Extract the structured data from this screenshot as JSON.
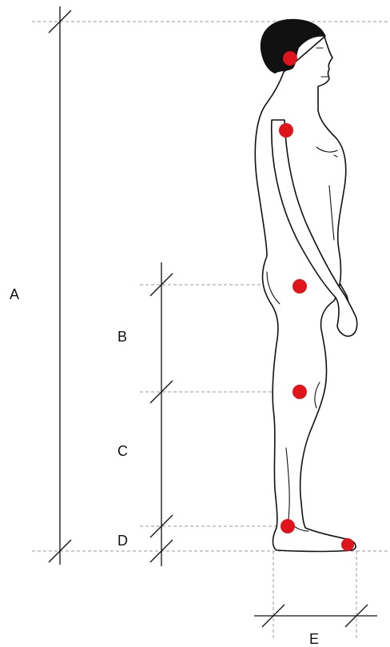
{
  "labels": {
    "a": "A",
    "b": "B",
    "c": "C",
    "d": "D",
    "e": "E"
  },
  "marker_color": "#e0141b",
  "line_color": "#111111",
  "guide_color": "#9a9a9a"
}
